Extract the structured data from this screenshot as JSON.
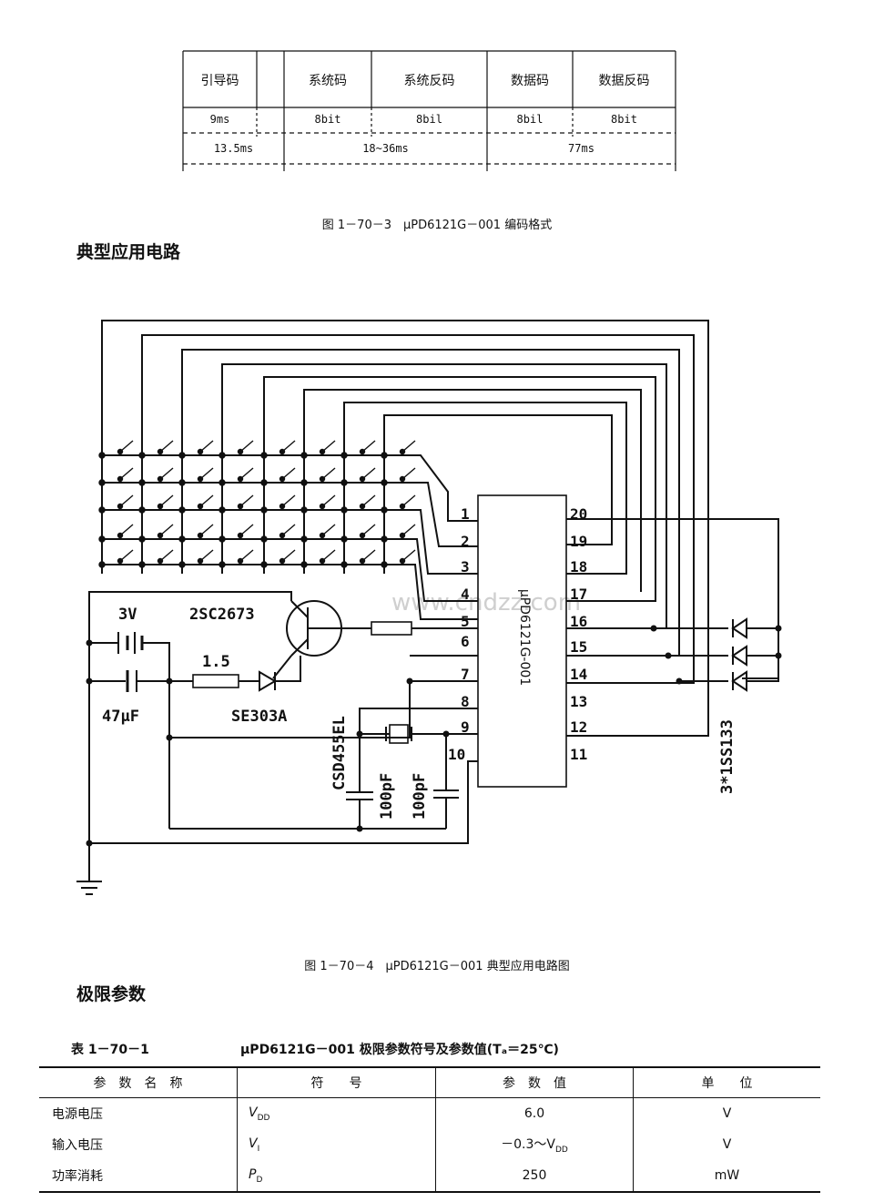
{
  "encoding_frame": {
    "segments": [
      "引导码",
      "系统码",
      "系统反码",
      "数据码",
      "数据反码"
    ],
    "bits": [
      "9ms",
      "8bit",
      "8bil",
      "8bil",
      "8bit"
    ],
    "durations": [
      "13.5ms",
      "18~36ms",
      "77ms"
    ]
  },
  "fig3_caption": "图 1－70－3　μPD6121G－001 编码格式",
  "section_circuit": "典型应用电路",
  "circuit": {
    "chip_label": "μPD6121G-001",
    "left_pins": [
      "1",
      "2",
      "3",
      "4",
      "5",
      "6",
      "7",
      "8",
      "9",
      "10"
    ],
    "right_pins": [
      "20",
      "19",
      "18",
      "17",
      "16",
      "15",
      "14",
      "13",
      "12",
      "11"
    ],
    "battery": "3V",
    "capacitor": "47μF",
    "transistor": "2SC2673",
    "resistor": "1.5",
    "led": "SE303A",
    "resonator": "CSD455EL",
    "cap1": "100pF",
    "cap2": "100pF",
    "diodes": "3*1SS133",
    "watermark": "www.cndzz.com"
  },
  "fig4_caption": "图 1－70－4　μPD6121G－001 典型应用电路图",
  "section_limits": "极限参数",
  "table": {
    "number": "表 1－70－1",
    "title": "μPD6121G－001 极限参数符号及参数值(Tₐ＝25℃)",
    "headers": [
      "参　数　名　称",
      "符　　号",
      "参　数　值",
      "单　　位"
    ],
    "rows": [
      {
        "name": "电源电压",
        "symbol": "V_DD",
        "symbol_main": "V",
        "symbol_sub": "DD",
        "value": "6.0",
        "unit": "V"
      },
      {
        "name": "输入电压",
        "symbol": "V_I",
        "symbol_main": "V",
        "symbol_sub": "I",
        "value": "－0.3～V_DD",
        "value_main": "－0.3～V",
        "value_sub": "DD",
        "unit": "V"
      },
      {
        "name": "功率消耗",
        "symbol": "P_D",
        "symbol_main": "P",
        "symbol_sub": "D",
        "value": "250",
        "unit": "mW"
      }
    ]
  }
}
